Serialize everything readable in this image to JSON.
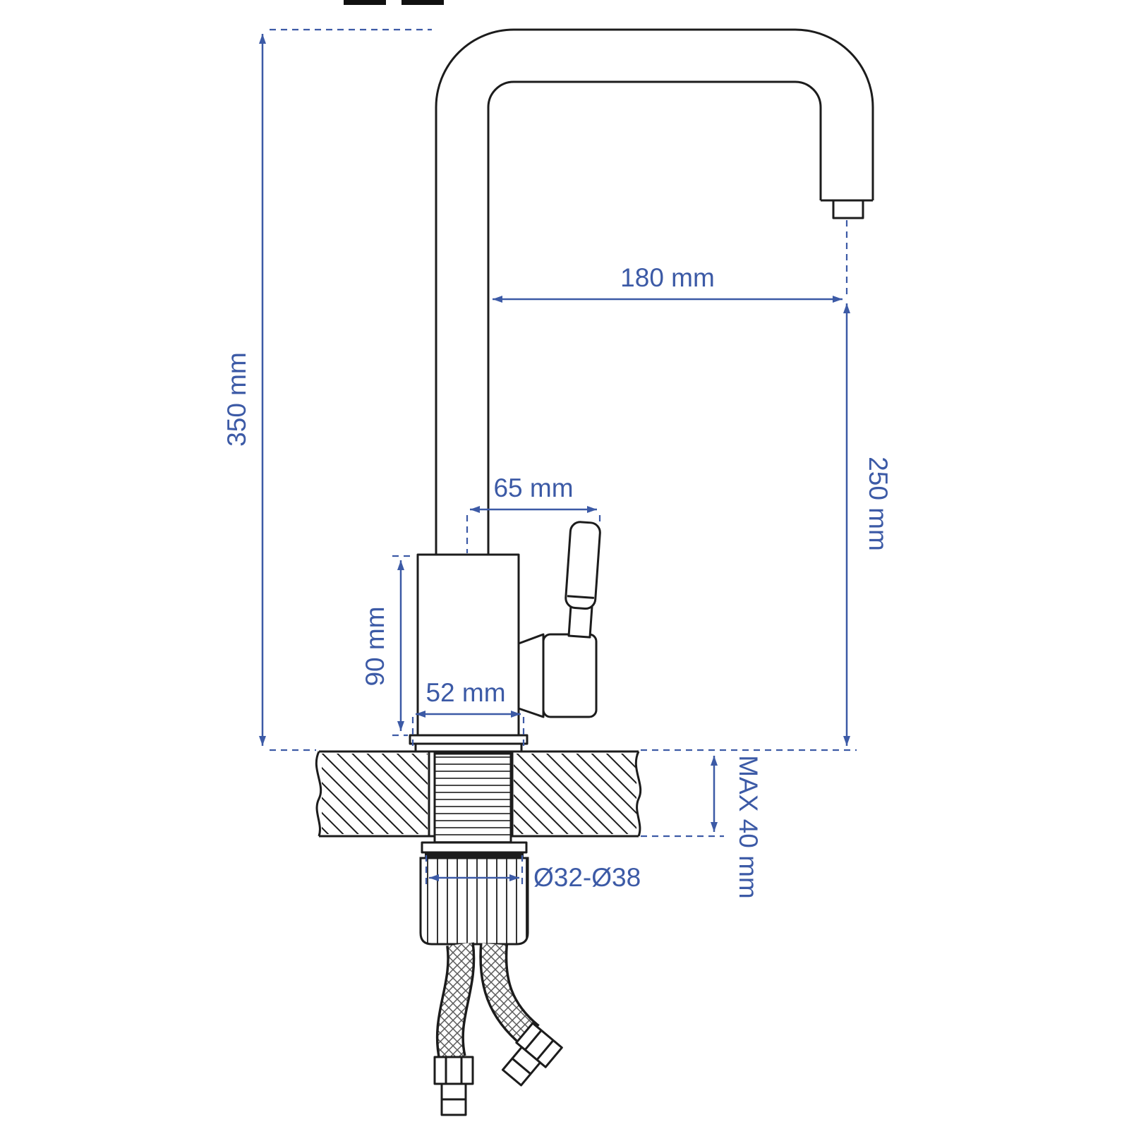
{
  "dimensions": {
    "total_height": "350 mm",
    "spout_reach": "180 mm",
    "spout_height": "250 mm",
    "spout_to_handle": "65 mm",
    "body_height": "90 mm",
    "base_width": "52 mm",
    "mounting_hole": "Ø32-Ø38",
    "max_deck_thickness": "MAX 40 mm"
  },
  "colors": {
    "outline": "#1c1c1c",
    "dimension": "#3c5aa6",
    "background": "#ffffff"
  }
}
